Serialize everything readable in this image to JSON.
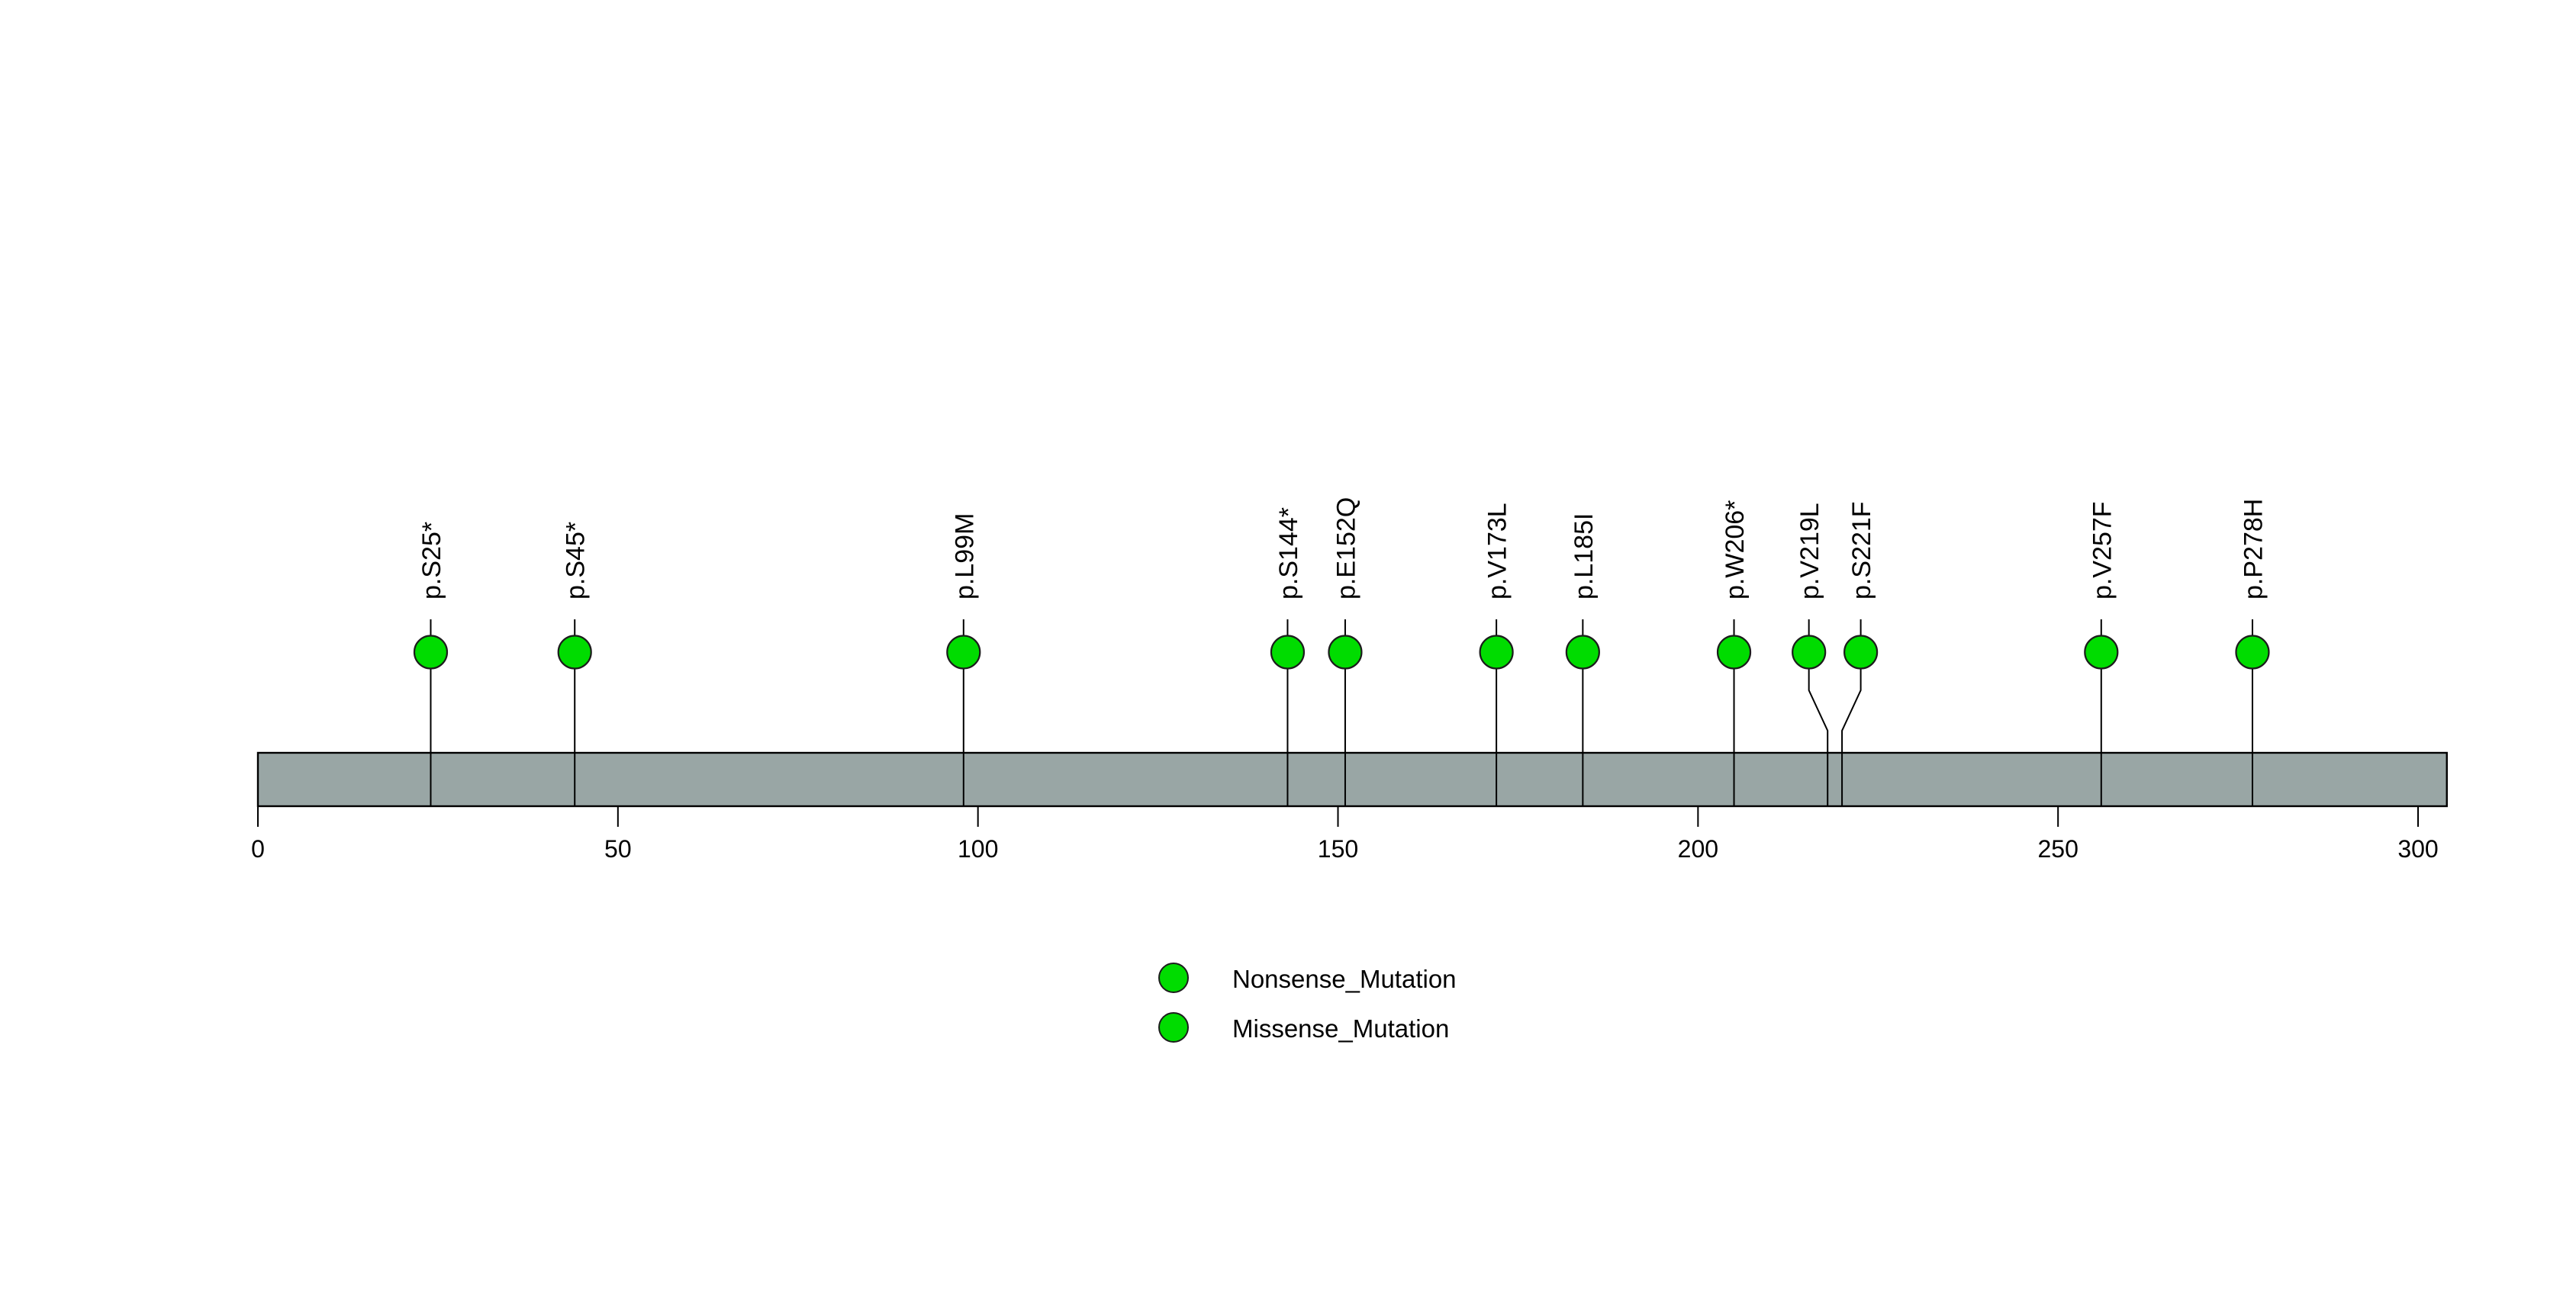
{
  "background": "#ffffff",
  "colors": {
    "mutation_green": "#00DC00",
    "circle_stroke": "#1c1c1c",
    "backbone_fill": "#99A6A5",
    "backbone_stroke": "#000000",
    "line": "#000000",
    "text": "#000000"
  },
  "chart_data": {
    "type": "lollipop",
    "title": "",
    "description": "Protein amino-acid mutation lollipop plot with gray backbone and green mutation circles",
    "protein_length": 305,
    "axis": {
      "range": [
        0,
        305
      ],
      "ticks": [
        0,
        50,
        100,
        150,
        200,
        250,
        300
      ]
    },
    "mutations": [
      {
        "label": "p.S25*",
        "position": 25,
        "type": "Nonsense_Mutation"
      },
      {
        "label": "p.S45*",
        "position": 45,
        "type": "Nonsense_Mutation"
      },
      {
        "label": "p.L99M",
        "position": 99,
        "type": "Missense_Mutation"
      },
      {
        "label": "p.S144*",
        "position": 144,
        "type": "Nonsense_Mutation"
      },
      {
        "label": "p.E152Q",
        "position": 152,
        "type": "Missense_Mutation"
      },
      {
        "label": "p.V173L",
        "position": 173,
        "type": "Missense_Mutation"
      },
      {
        "label": "p.L185I",
        "position": 185,
        "type": "Missense_Mutation"
      },
      {
        "label": "p.W206*",
        "position": 206,
        "type": "Nonsense_Mutation"
      },
      {
        "label": "p.V219L",
        "position": 219,
        "display_position": 216.4,
        "type": "Missense_Mutation"
      },
      {
        "label": "p.S221F",
        "position": 221,
        "display_position": 223.6,
        "type": "Missense_Mutation"
      },
      {
        "label": "p.V257F",
        "position": 257,
        "type": "Missense_Mutation"
      },
      {
        "label": "p.P278H",
        "position": 278,
        "type": "Missense_Mutation"
      }
    ],
    "legend": [
      {
        "label": "Nonsense_Mutation",
        "color": "#00DC00"
      },
      {
        "label": "Missense_Mutation",
        "color": "#00DC00"
      }
    ],
    "legend_position": "bottom-center",
    "grid": false
  }
}
